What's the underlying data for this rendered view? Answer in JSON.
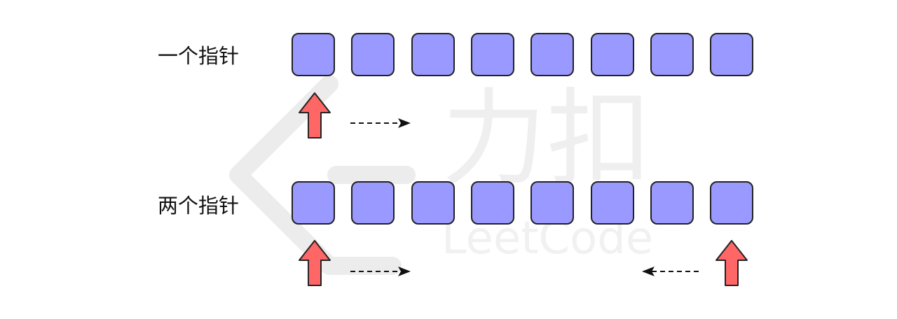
{
  "colors": {
    "cell_fill": "#9999ff",
    "cell_border": "#222222",
    "pointer_fill": "#ff6666",
    "pointer_stroke": "#222222",
    "watermark": "#e8e8e8",
    "background": "#ffffff"
  },
  "watermark": {
    "chinese": "力扣",
    "english": "LeetCode"
  },
  "rows": [
    {
      "label": "一个指针",
      "cell_count": 8,
      "pointers": [
        {
          "position": "first-cell",
          "direction_arrow": "right"
        }
      ]
    },
    {
      "label": "两个指针",
      "cell_count": 8,
      "pointers": [
        {
          "position": "first-cell",
          "direction_arrow": "right"
        },
        {
          "position": "last-cell",
          "direction_arrow": "left"
        }
      ]
    }
  ]
}
